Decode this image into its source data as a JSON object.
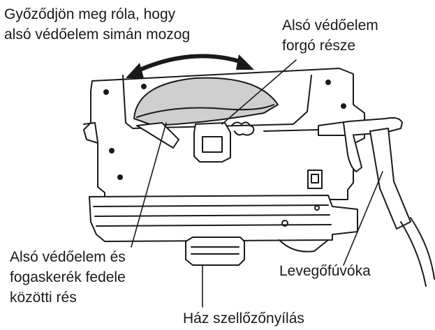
{
  "labels": {
    "check_guard": [
      "Győződjön meg róla, hogy",
      "alsó védőelem simán mozog"
    ],
    "rotating_part": [
      "Alsó védőelem",
      "forgó része"
    ],
    "gap": [
      "Alsó védőelem és",
      "fogaskerék fedele",
      "közötti rés"
    ],
    "air_nozzle": [
      "Levegőfúvóka"
    ],
    "housing_vent": [
      "Ház szellőzőnyílás"
    ]
  },
  "colors": {
    "line": "#1a1a1a",
    "guard_fill": "#cfcfcf",
    "housing_fill": "#ffffff"
  }
}
